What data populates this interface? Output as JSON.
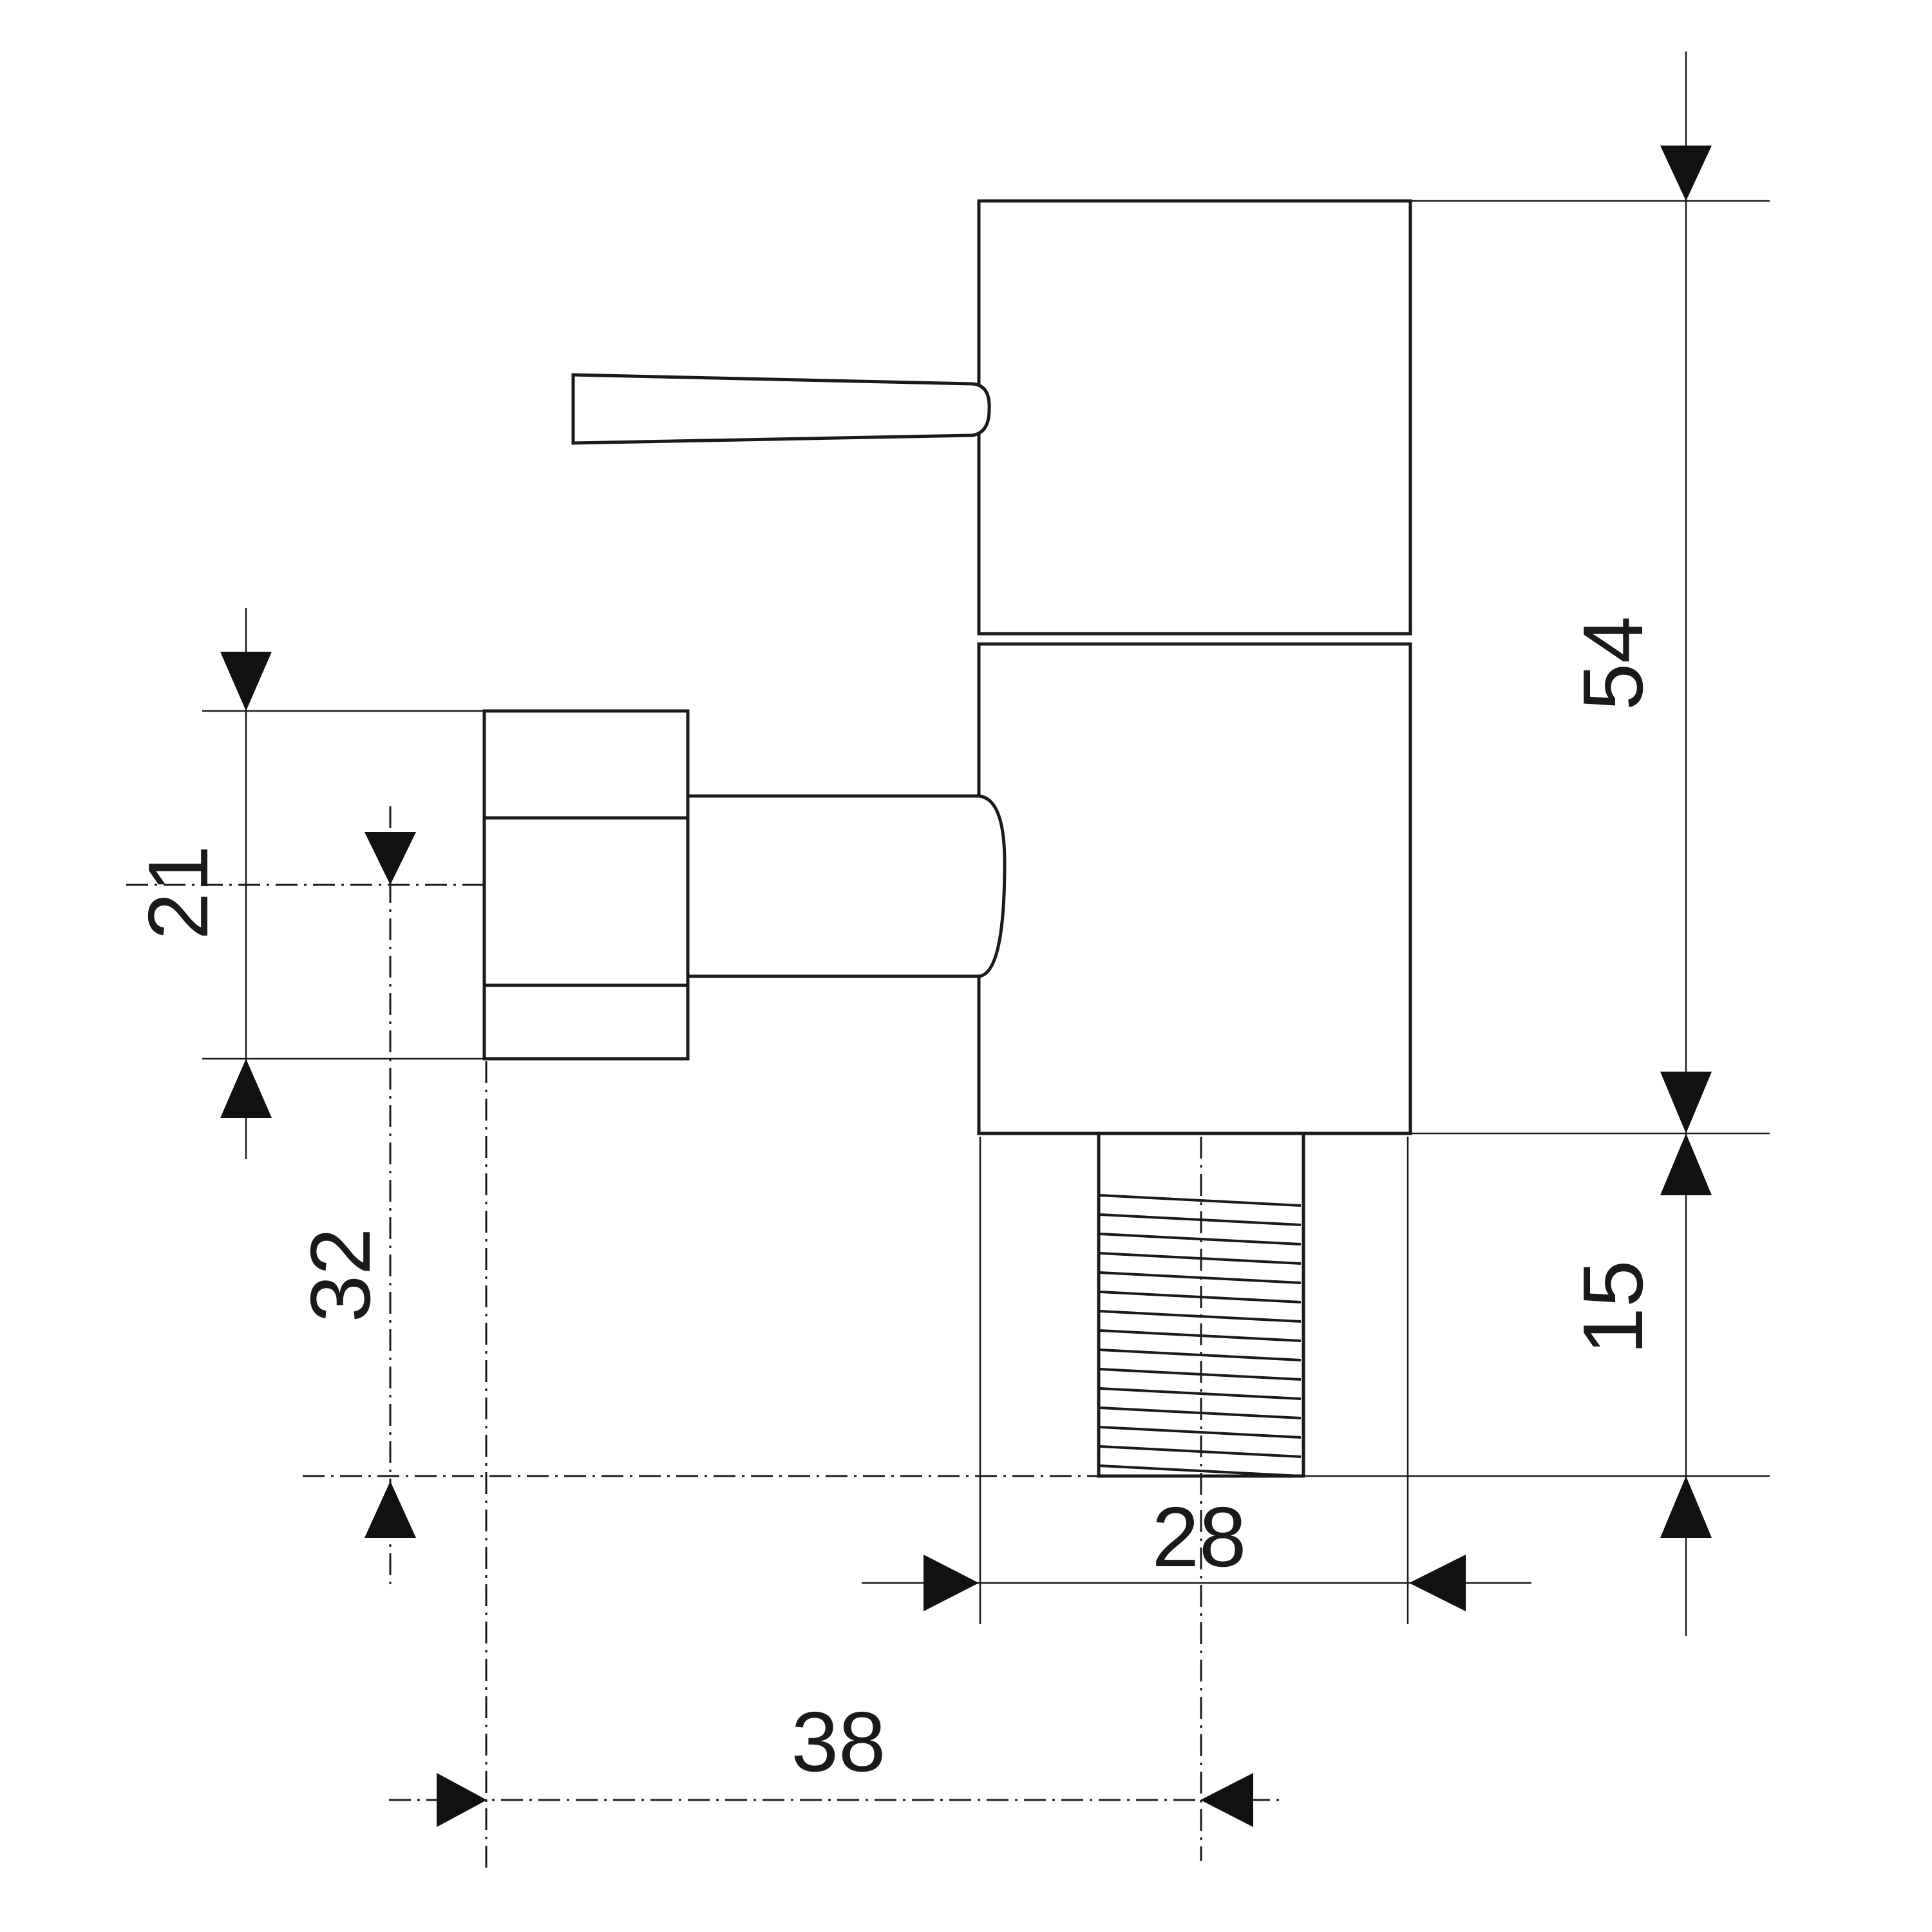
{
  "dimensions": {
    "valve_height": "54",
    "outlet_thread_length": "15",
    "outlet_width": "28",
    "center_offset": "38",
    "inlet_nut_height": "21",
    "inlet_axis_height": "32"
  },
  "colors": {
    "line": "#1a1a1a",
    "arrow": "#111111",
    "background": "#ffffff"
  }
}
